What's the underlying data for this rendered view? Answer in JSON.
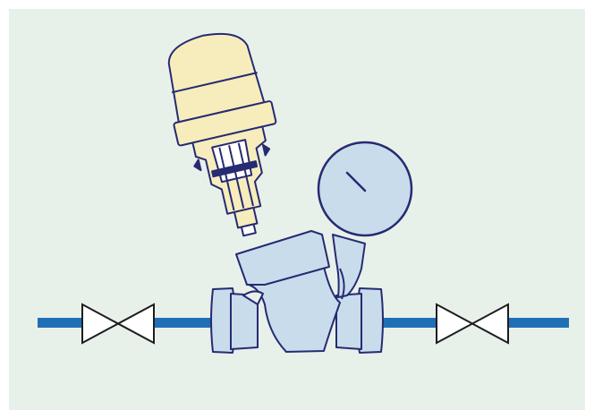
{
  "diagram": {
    "type": "pressure-reducing-valve-assembly",
    "components": [
      {
        "name": "pipe"
      },
      {
        "name": "shutoff-valve-left"
      },
      {
        "name": "valve-body"
      },
      {
        "name": "pressure-gauge"
      },
      {
        "name": "pilot-head-exploded"
      },
      {
        "name": "shutoff-valve-right"
      }
    ],
    "colors": {
      "background": "#e8f0ea",
      "pipe": "#1f6fb6",
      "outline": "#262b72",
      "body_fill": "#c9dcec",
      "cap_fill": "#f7edbc",
      "valve_symbol_fill": "#ffffff"
    }
  }
}
